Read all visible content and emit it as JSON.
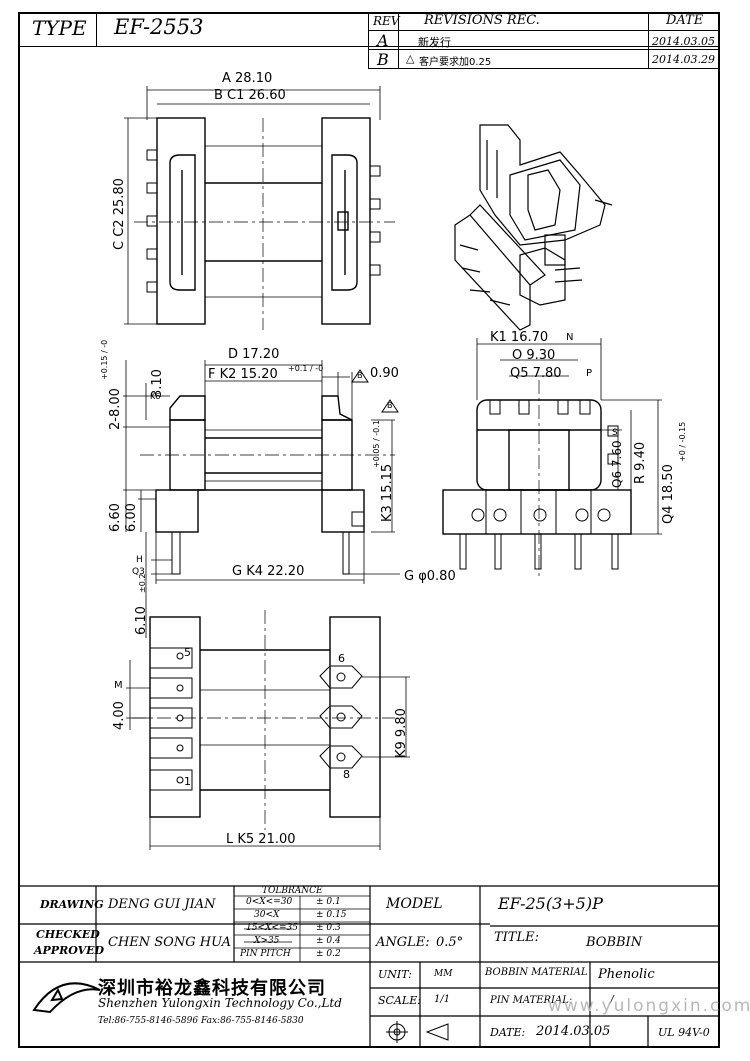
{
  "header": {
    "type_label": "TYPE",
    "type_value": "EF-2553",
    "rev_label": "REV",
    "revisions_label": "REVISIONS REC.",
    "date_label": "DATE",
    "revisions": [
      {
        "rev": "A",
        "text": "新发行",
        "date": "2014.03.05"
      },
      {
        "rev": "B",
        "text": "客户要求加0.25",
        "date": "2014.03.29"
      }
    ]
  },
  "dimensions": {
    "top_width_outer": "A 28.10",
    "top_width_inner": "B C1 26.60",
    "top_height": "C C2 25.80",
    "side_total": "D 17.20",
    "side_inner": "F K2 15.20",
    "side_inner_tol": "+0.1 / -0",
    "side_flange": "0.90",
    "side_flange_mark": "B",
    "side_chamfer_mark": "B",
    "side_top_dim": "3.10",
    "side_top_mark": "K6",
    "side_lead": "2-8.00",
    "side_lead_tol": "+0.15 / -0",
    "side_base1": "6.60",
    "side_base2": "6.00",
    "side_bottom": "G K4 22.20",
    "side_height": "K3 15.15",
    "side_height_tol": "+0.05 / -0.1",
    "pin_len": "6.10",
    "pin_len_tol": "±0.2",
    "pin_mark_h": "H",
    "pin_mark_q": "Q3",
    "pin_dia": "G φ0.80",
    "front_width": "K1 16.70",
    "front_width_mark": "N",
    "front_window": "O 9.30",
    "front_window2": "Q5 7.80",
    "front_window2_mark": "P",
    "front_h1": "Q6 7.60",
    "front_h1_mark": "S",
    "front_h2": "R 9.40",
    "front_h3": "Q4 18.50",
    "front_h3_tol": "+0 / -0.15",
    "bottom_pitch": "4.00",
    "bottom_pitch_mark": "M",
    "bottom_span": "K9 9.80",
    "bottom_width": "L K5 21.00",
    "pin_numbers": [
      "5",
      "6",
      "8",
      "1"
    ]
  },
  "title_block": {
    "drawing_label": "DRAWING",
    "drawing_name": "DENG GUI JIAN",
    "tolerance_label": "TOLBRANCE",
    "tolerance_rows": [
      {
        "range": "0<X<=30",
        "tol": "± 0.1"
      },
      {
        "range": "30<X",
        "tol": "± 0.15"
      },
      {
        "range": "15<X<=35",
        "tol": "± 0.3"
      },
      {
        "range": "X>35",
        "tol": "± 0.4"
      },
      {
        "range": "PIN PITCH",
        "tol": "± 0.2"
      }
    ],
    "model_label": "MODEL",
    "model_value": "EF-25(3+5)P",
    "checked_label": "CHECKED",
    "approved_label": "APPROVED",
    "checked_name": "CHEN SONG HUA",
    "angle_label": "ANGLE:",
    "angle_value": "0.5°",
    "title_label": "TITLE:",
    "title_value": "BOBBIN",
    "company_cn": "深圳市裕龙鑫科技有限公司",
    "company_en": "Shenzhen Yulongxin Technology Co.,Ltd",
    "company_tel": "Tel:86-755-8146-5896  Fax:86-755-8146-5830",
    "unit_label": "UNIT:",
    "unit_value": "MM",
    "bobbin_material_label": "BOBBIN MATERIAL",
    "bobbin_material_value": "Phenolic",
    "scale_label": "SCALE:",
    "scale_value": "1/1",
    "pin_material_label": "PIN MATERIAL:",
    "pin_material_value": "/",
    "date_label": "DATE:",
    "date_value": "2014.03.05",
    "ul_value": "UL 94V-0",
    "watermark": "www.yulongxin.com.cn"
  }
}
